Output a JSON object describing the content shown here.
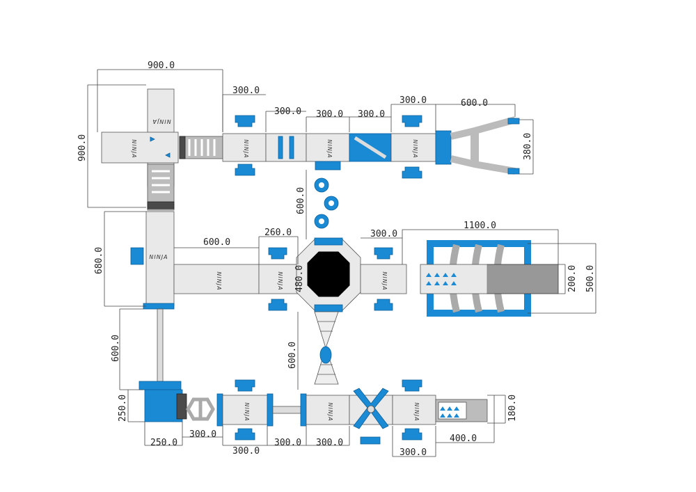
{
  "brand": {
    "module_label": "NINJA"
  },
  "colors": {
    "accent": "#1a8ad4",
    "deck": "#e9e9e9",
    "shadow": "#4a4a4a"
  },
  "dimensions": {
    "top_left_width": "900.0",
    "top_left_height": "900.0",
    "top_seg_1": "300.0",
    "top_seg_2": "300.0",
    "top_seg_3": "300.0",
    "top_seg_4": "300.0",
    "top_seg_5": "300.0",
    "top_right_width": "600.0",
    "top_right_height": "380.0",
    "vertical_link_top": "600.0",
    "left_mid_height": "680.0",
    "mid_left_width": "600.0",
    "octagon_width": "260.0",
    "octagon_height": "480.0",
    "mid_right_seg": "300.0",
    "mid_right_width": "1100.0",
    "mid_right_slide": "200.0",
    "mid_right_height": "500.0",
    "vertical_link_bottom": "600.0",
    "left_pole_height": "600.0",
    "bottom_left_height": "250.0",
    "bottom_left_width": "250.0",
    "bottom_seg_1": "300.0",
    "bottom_seg_2": "300.0",
    "bottom_seg_3": "300.0",
    "bottom_seg_4": "300.0",
    "bottom_seg_5": "300.0",
    "bottom_right_width": "400.0",
    "bottom_right_height": "180.0"
  }
}
